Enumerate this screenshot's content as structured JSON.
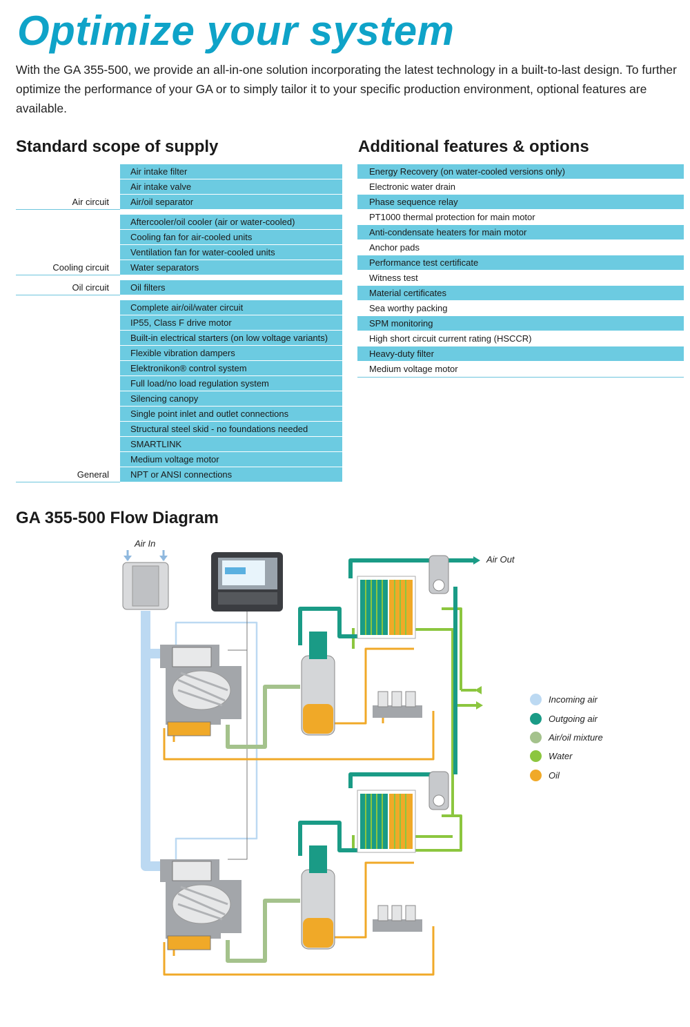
{
  "title": "Optimize your system",
  "intro": "With the GA 355-500, we provide an all-in-one solution incorporating the latest technology in a built-to-last design. To further optimize the performance of your GA or to simply tailor it to your specific production environment, optional features are available.",
  "standard": {
    "heading": "Standard scope of supply",
    "groups": [
      {
        "label": "Air circuit",
        "items": [
          "Air intake filter",
          "Air intake valve",
          "Air/oil separator"
        ]
      },
      {
        "label": "Cooling circuit",
        "items": [
          "Aftercooler/oil cooler (air or water-cooled)",
          "Cooling fan for air-cooled units",
          "Ventilation fan for water-cooled units",
          "Water separators"
        ]
      },
      {
        "label": "Oil circuit",
        "items": [
          "Oil filters"
        ]
      },
      {
        "label": "General",
        "items": [
          "Complete air/oil/water circuit",
          "IP55, Class F drive motor",
          "Built-in electrical starters (on low voltage variants)",
          "Flexible vibration dampers",
          "Elektronikon® control system",
          "Full load/no load regulation system",
          "Silencing canopy",
          "Single point inlet and outlet connections",
          "Structural steel skid - no foundations needed",
          "SMARTLINK",
          "Medium voltage motor",
          "NPT or ANSI connections"
        ]
      }
    ]
  },
  "additional": {
    "heading": "Additional features & options",
    "items": [
      "Energy Recovery (on water-cooled versions only)",
      "Electronic water drain",
      "Phase sequence relay",
      "PT1000 thermal protection for main motor",
      "Anti-condensate heaters for main motor",
      "Anchor pads",
      "Performance test certificate",
      "Witness test",
      "Material certificates",
      "Sea worthy packing",
      "SPM monitoring",
      "High short circuit current rating (HSCCR)",
      "Heavy-duty filter",
      "Medium voltage motor"
    ]
  },
  "flow": {
    "heading": "GA 355-500 Flow Diagram",
    "air_in": "Air In",
    "air_out": "Air Out",
    "legend": [
      {
        "label": "Incoming air",
        "color": "#bcd9f2"
      },
      {
        "label": "Outgoing air",
        "color": "#1a9b86"
      },
      {
        "label": "Air/oil mixture",
        "color": "#a4c28c"
      },
      {
        "label": "Water",
        "color": "#8cc63f"
      },
      {
        "label": "Oil",
        "color": "#f0a928"
      }
    ]
  }
}
